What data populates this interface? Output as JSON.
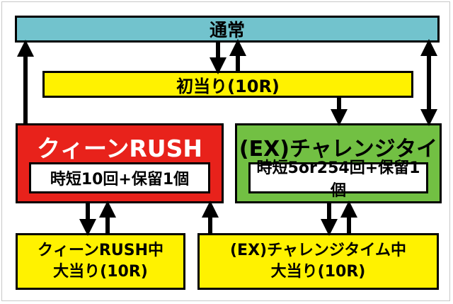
{
  "normal": {
    "label": "通常"
  },
  "first_hit": {
    "label": "初当り(10R)"
  },
  "queen_rush": {
    "title": "クィーンRUSH",
    "detail": "時短10回+保留1個"
  },
  "challenge": {
    "title": "(EX)チャレンジタイム",
    "detail": "時短5or254回+保留1個"
  },
  "queen_rush_hit": {
    "line1": "クィーンRUSH中",
    "line2": "大当り(10R)"
  },
  "challenge_hit": {
    "line1": "(EX)チャレンジタイム中",
    "line2": "大当り(10R)"
  },
  "colors": {
    "normal": "#72c3cd",
    "hit": "#fff200",
    "queen_rush": "#e8221b",
    "challenge": "#72c043",
    "arrow": "#000000"
  }
}
